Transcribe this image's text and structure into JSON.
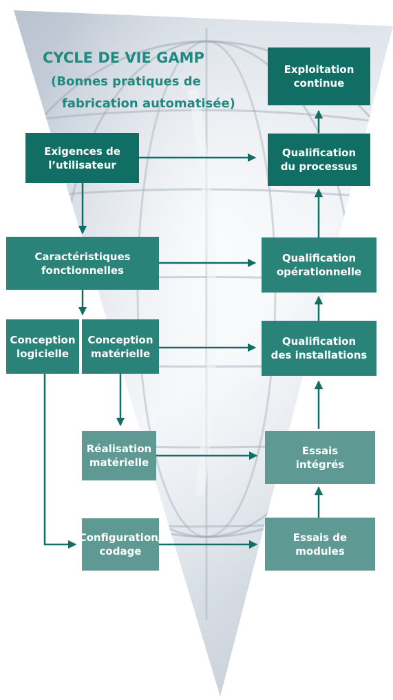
{
  "title": {
    "line1": "CYCLE DE VIE GAMP",
    "line2": "(Bonnes pratiques de",
    "line3": "fabrication automatisée)"
  },
  "boxes": {
    "exploitation": {
      "line1": "Exploitation",
      "line2": "continue"
    },
    "exigences": {
      "line1": "Exigences de",
      "line2": "l’utilisateur"
    },
    "qual_processus": {
      "line1": "Qualification",
      "line2": "du processus"
    },
    "caracteristiques": {
      "line1": "Caractéristiques",
      "line2": "fonctionnelles"
    },
    "qual_operationnelle": {
      "line1": "Qualification",
      "line2": "opérationnelle"
    },
    "conception_logicielle": {
      "line1": "Conception",
      "line2": "logicielle"
    },
    "conception_materielle": {
      "line1": "Conception",
      "line2": "matérielle"
    },
    "qual_installations": {
      "line1": "Qualification",
      "line2": "des installations"
    },
    "realisation_materielle": {
      "line1": "Réalisation",
      "line2": "matérielle"
    },
    "essais_integres": {
      "line1": "Essais",
      "line2": "intégrés"
    },
    "configuration": {
      "line1": "Configuration/",
      "line2": "codage"
    },
    "essais_modules": {
      "line1": "Essais de",
      "line2": "modules"
    }
  },
  "colors": {
    "title": "#1f8a80",
    "box_dark": "#106e64",
    "box_mid": "#2a8379",
    "box_light": "#5e9a93",
    "arrow": "#106e64",
    "backdrop": "#c3ccd6"
  }
}
